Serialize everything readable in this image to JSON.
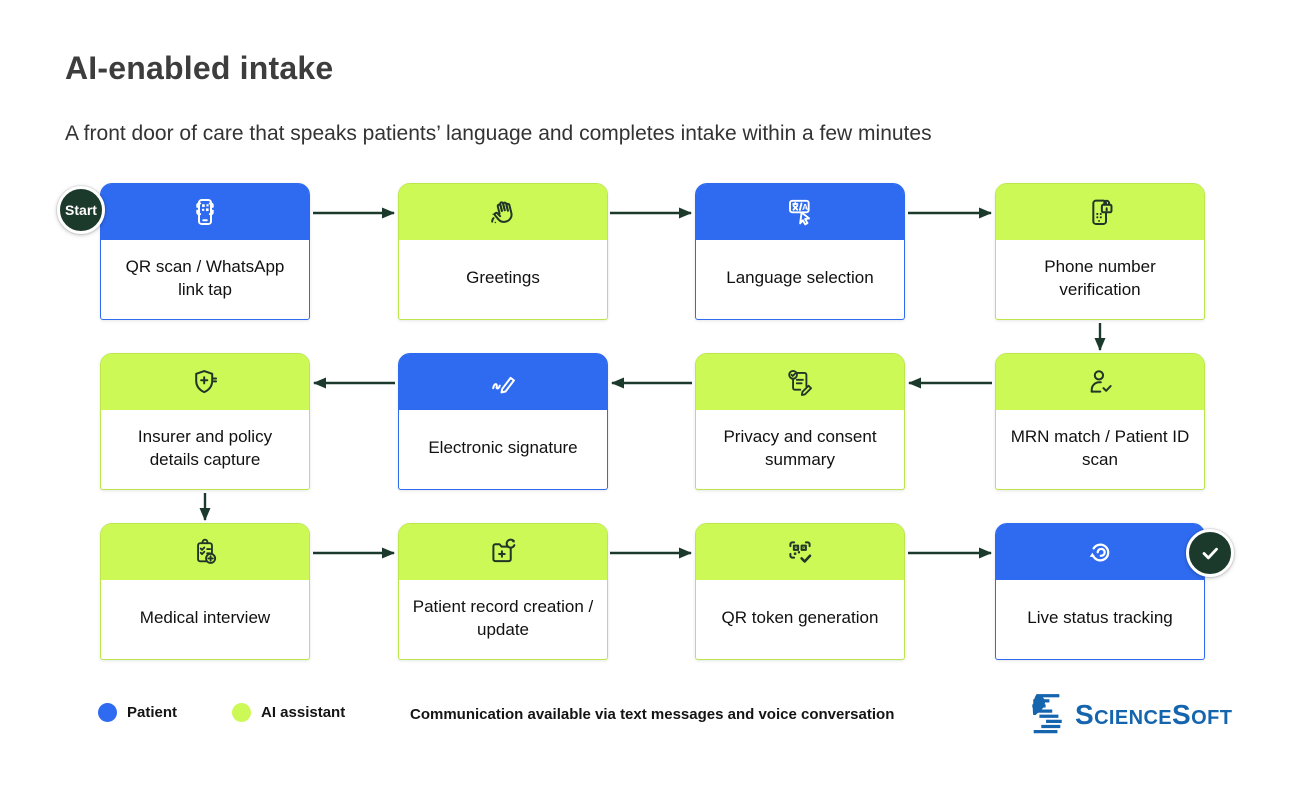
{
  "page": {
    "title": "AI-enabled intake",
    "subtitle": "A front door of care that speaks patients’ language and completes intake within a few minutes"
  },
  "colors": {
    "patient_blue": "#2F6BF0",
    "ai_assistant_green": "#CCF955",
    "arrow_dark_green": "#1C3A2B",
    "logo_blue": "#1464AE"
  },
  "flow": {
    "start_label": "Start",
    "boxes": [
      {
        "label": "QR scan / WhatsApp link tap",
        "actor": "patient",
        "icon": "qr-scan-phone-icon"
      },
      {
        "label": "Greetings",
        "actor": "ai-assistant",
        "icon": "waving-hand-icon"
      },
      {
        "label": "Language selection",
        "actor": "patient",
        "icon": "language-translate-icon"
      },
      {
        "label": "Phone number verification",
        "actor": "ai-assistant",
        "icon": "phone-lock-icon"
      },
      {
        "label": "MRN match / Patient ID scan",
        "actor": "ai-assistant",
        "icon": "patient-id-check-icon"
      },
      {
        "label": "Privacy and consent summary",
        "actor": "ai-assistant",
        "icon": "consent-document-pen-icon"
      },
      {
        "label": "Electronic signature",
        "actor": "patient",
        "icon": "signature-pen-icon"
      },
      {
        "label": "Insurer and policy details capture",
        "actor": "ai-assistant",
        "icon": "insurance-shield-cross-icon"
      },
      {
        "label": "Medical interview",
        "actor": "ai-assistant",
        "icon": "medical-checklist-icon"
      },
      {
        "label": "Patient record creation / update",
        "actor": "ai-assistant",
        "icon": "patient-record-folder-icon"
      },
      {
        "label": "QR token generation",
        "actor": "ai-assistant",
        "icon": "qr-token-check-icon"
      },
      {
        "label": "Live status tracking",
        "actor": "patient",
        "icon": "live-status-refresh-icon"
      }
    ]
  },
  "legend": {
    "patient_label": "Patient",
    "ai_label": "AI assistant",
    "note": "Communication available via text messages and voice conversation"
  },
  "logo": {
    "text": "ScienceSoft"
  }
}
